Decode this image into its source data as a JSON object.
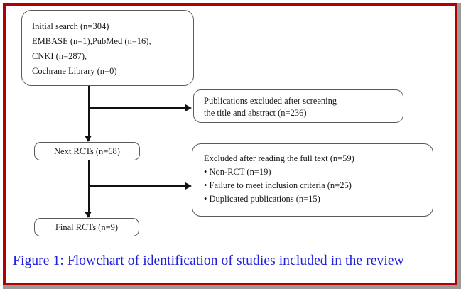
{
  "figure": {
    "caption": "Figure 1: Flowchart of identification of studies included in the review",
    "border_color": "#b00000",
    "caption_color": "#2020dd",
    "node_border_color": "#5a5a5a",
    "connector_color": "#111111"
  },
  "flowchart": {
    "type": "prisma-study-selection",
    "nodes": [
      {
        "id": "initial-search",
        "lines": [
          "Initial search (n=304)",
          "EMBASE (n=1),PubMed (n=16),",
          "CNKI (n=287),",
          "Cochrane Library  (n=0)"
        ],
        "text": "Initial search (n=304)\nEMBASE (n=1),PubMed (n=16),\nCNKI (n=287),\nCochrane Library  (n=0)"
      },
      {
        "id": "excluded-screening",
        "lines": [
          "Publications excluded after screening",
          "the title and abstract (n=236)"
        ],
        "text": "Publications excluded after screening\nthe title and abstract (n=236)"
      },
      {
        "id": "next-rcts",
        "lines": [
          "Next RCTs (n=68)"
        ],
        "text": "Next RCTs (n=68)"
      },
      {
        "id": "excluded-fulltext",
        "lines": [
          "Excluded after reading the full text (n=59)",
          "• Non-RCT (n=19)",
          "• Failure to meet inclusion criteria (n=25)",
          "• Duplicated publications (n=15)"
        ],
        "text": "Excluded after reading the full text (n=59)\n• Non-RCT (n=19)\n• Failure to meet inclusion criteria (n=25)\n• Duplicated publications (n=15)"
      },
      {
        "id": "final-rcts",
        "lines": [
          "Final RCTs (n=9)"
        ],
        "text": "Final RCTs (n=9)"
      }
    ],
    "counts": {
      "initial_search_total": 304,
      "embase": 1,
      "pubmed": 16,
      "cnki": 287,
      "cochrane_library": 0,
      "excluded_title_abstract": 236,
      "next_rcts": 68,
      "excluded_full_text": 59,
      "non_rct": 19,
      "failure_inclusion_criteria": 25,
      "duplicated_publications": 15,
      "final_rcts": 9
    },
    "edges": [
      {
        "id": "initial-to-next",
        "from": "initial-search",
        "to": "next-rcts",
        "direction": "down"
      },
      {
        "id": "initial-to-excluded-screening",
        "from": "initial-search",
        "to": "excluded-screening",
        "direction": "right"
      },
      {
        "id": "next-to-final",
        "from": "next-rcts",
        "to": "final-rcts",
        "direction": "down"
      },
      {
        "id": "next-to-excluded-fulltext",
        "from": "next-rcts",
        "to": "excluded-fulltext",
        "direction": "right"
      }
    ]
  }
}
